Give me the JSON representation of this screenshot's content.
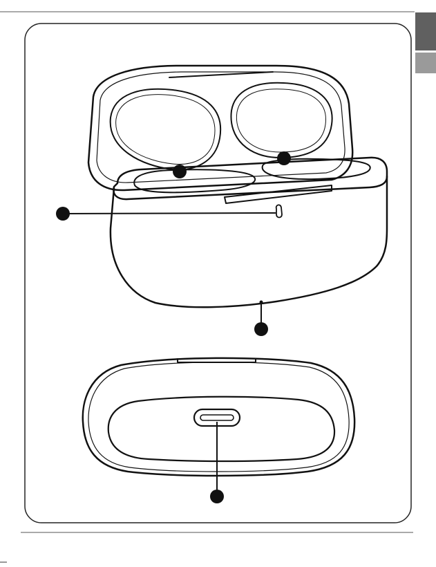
{
  "diagram": {
    "description_markers": [
      {
        "id": "earbud-slot-left"
      },
      {
        "id": "earbud-slot-right"
      },
      {
        "id": "led-indicator"
      },
      {
        "id": "reset-button"
      },
      {
        "id": "usb-c-port"
      }
    ],
    "colors": {
      "line": "#111111",
      "page_tab": "#606060",
      "page_tab_secondary": "#9a9a9a",
      "frame": "#222222"
    }
  }
}
